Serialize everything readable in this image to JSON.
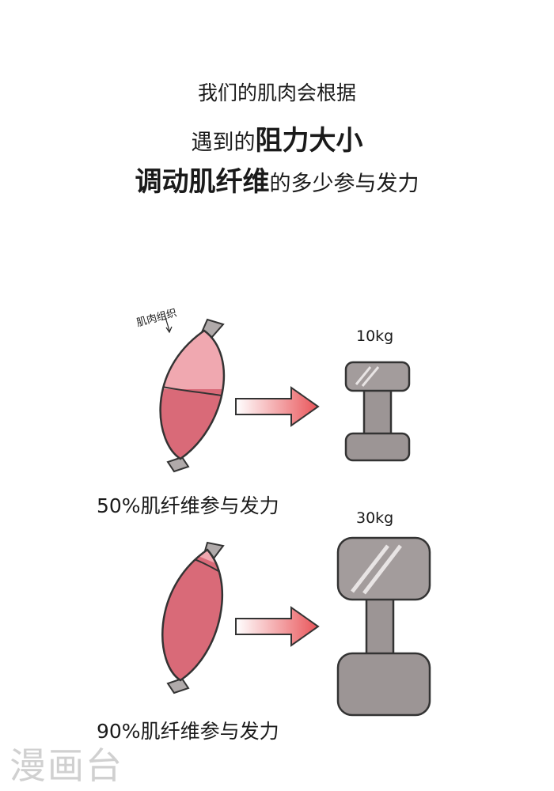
{
  "headline": {
    "line1": "我们的肌肉会根据",
    "line2_a": "遇到的",
    "line2_b": "阻力大小",
    "line3_a": "调动肌纤维",
    "line3_b": "的多少参与发力"
  },
  "muscle_label": "肌肉组织",
  "panels": [
    {
      "weight": "10kg",
      "caption": "50%肌纤维参与发力",
      "fiber_fraction": 0.5
    },
    {
      "weight": "30kg",
      "caption": "90%肌纤维参与发力",
      "fiber_fraction": 0.9
    }
  ],
  "watermark": "漫画台",
  "colors": {
    "muscle_light": "#f0a8b0",
    "muscle_dark": "#d96a78",
    "dumbbell": "#9c9595",
    "arrow": "#e9555a"
  }
}
